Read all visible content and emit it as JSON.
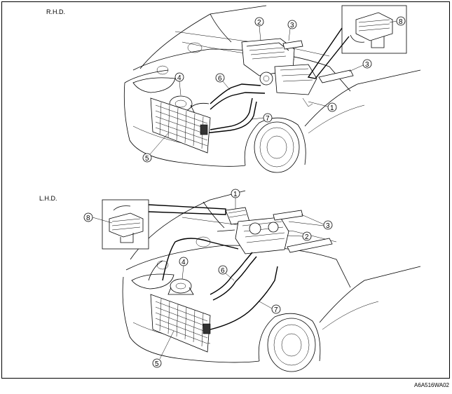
{
  "sections": {
    "rhd": {
      "label": "R.H.D."
    },
    "lhd": {
      "label": "L.H.D."
    }
  },
  "callouts": {
    "rhd": [
      "1",
      "2",
      "3",
      "3",
      "4",
      "5",
      "6",
      "7",
      "8"
    ],
    "lhd": [
      "1",
      "2",
      "3",
      "4",
      "5",
      "6",
      "7",
      "8"
    ]
  },
  "figure_code": "A6A516WA02"
}
